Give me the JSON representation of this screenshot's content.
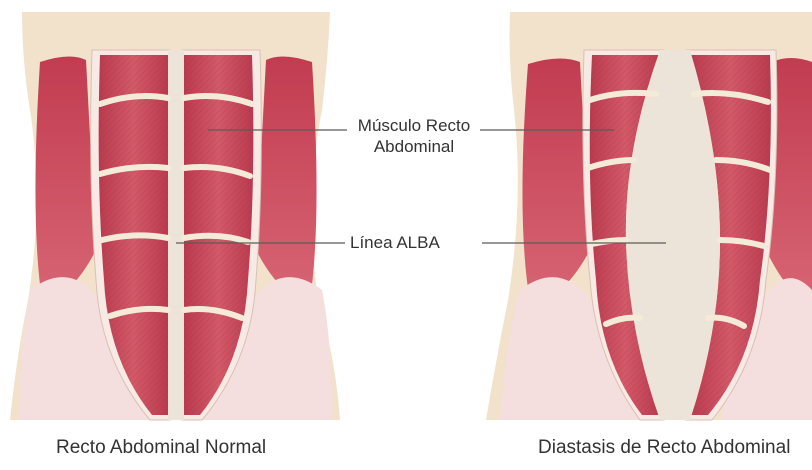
{
  "labels": {
    "muscle_line1": "Músculo Recto",
    "muscle_line2": "Abdominal",
    "linea_alba": "Línea ALBA"
  },
  "captions": {
    "normal": "Recto Abdominal Normal",
    "diastasis": "Diastasis de Recto Abdominal"
  },
  "colors": {
    "skin": "#f2e2cc",
    "muscle": "#c9485a",
    "muscle_light": "#e08a94",
    "fascia": "#f5dede",
    "tendon": "#f4ead8",
    "linea_alba": "#ece4d8",
    "line": "#5b5b5b"
  }
}
